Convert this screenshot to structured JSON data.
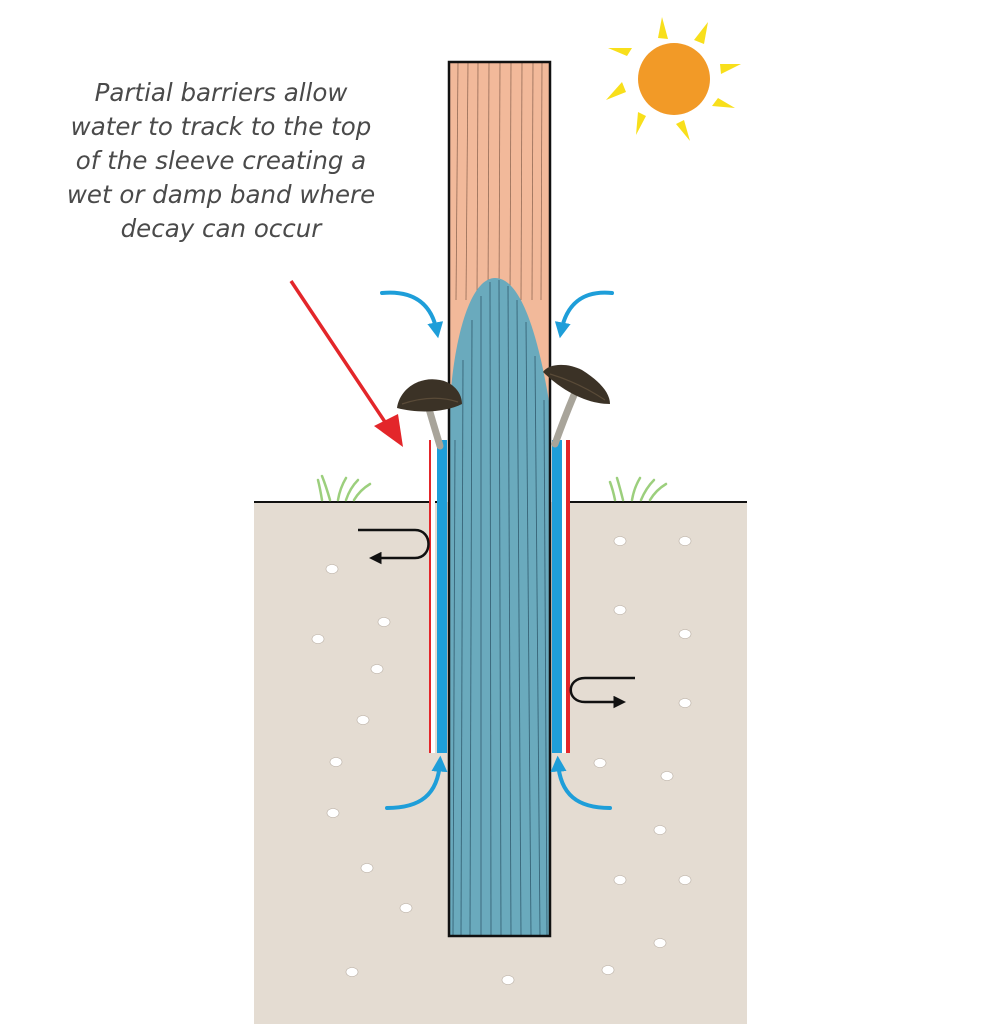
{
  "annotation": {
    "lines": [
      "Partial barriers allow",
      "water to track to the top",
      "of the sleeve creating a",
      "wet or damp band where",
      "decay can occur"
    ]
  },
  "colors": {
    "post_dry": "#f2b99a",
    "post_wet": "#6aaabd",
    "soil": "#e4dcd2",
    "sleeve_barrier": "#e3262a",
    "sleeve_water": "#1e9ed9",
    "water_arrow": "#1e9ed9",
    "pointer_arrow": "#e3262a",
    "sun": "#f29a27",
    "sun_rays": "#f8df1b",
    "grass": "#9ccf7d",
    "mushroom_cap": "#3b3226",
    "mushroom_stem": "#a8a49a"
  },
  "icons": [
    "sun-icon",
    "mushroom-icon",
    "grass-tuft-icon",
    "water-flow-arrow-icon",
    "pointer-arrow-icon"
  ]
}
